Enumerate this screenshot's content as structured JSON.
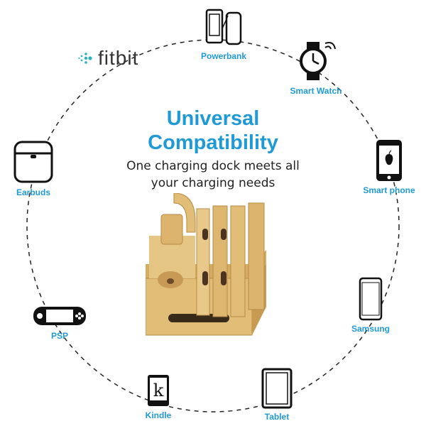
{
  "headline": {
    "line1": "Universal",
    "line2": "Compatibility"
  },
  "subtitle": {
    "line1": "One charging dock meets all",
    "line2": "your charging needs"
  },
  "brand_logo": "fitbit",
  "devices": [
    {
      "label": "Powerbank"
    },
    {
      "label": "Smart Watch"
    },
    {
      "label": "Smart phone"
    },
    {
      "label": "Samsung"
    },
    {
      "label": "Tablet"
    },
    {
      "label": "Kindle"
    },
    {
      "label": "PSP"
    },
    {
      "label": "Earbuds"
    }
  ],
  "colors": {
    "accent": "#1f9ad6",
    "text": "#222222",
    "wood": "#d9b36e"
  }
}
